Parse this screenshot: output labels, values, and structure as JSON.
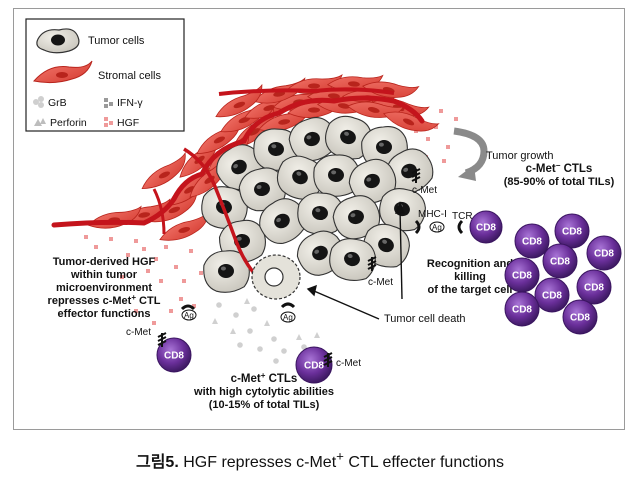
{
  "legend": {
    "tumor_cells": "Tumor cells",
    "stromal_cells": "Stromal cells",
    "grb": "GrB",
    "ifn": "IFN-γ",
    "perforin": "Perforin",
    "hgf": "HGF"
  },
  "labels": {
    "tumor_growth": "Tumor growth",
    "cmet_top": "c-Met",
    "mhc": "MHC-I",
    "tcr": "TCR",
    "ag": "Ag",
    "recognition_1": "Recognition and",
    "recognition_2": "killing",
    "recognition_3": "of the target cell",
    "cmet_mid": "c-Met",
    "tumor_death": "Tumor cell death",
    "cmet_left": "c-Met",
    "cmet_bottom": "c-Met",
    "cd8": "CD8",
    "hgf_text_1": "Tumor-derived HGF",
    "hgf_text_2": "within tumor",
    "hgf_text_3": "microenvironment",
    "hgf_text_4": "represses c-Met",
    "hgf_text_4_sup": "+",
    "hgf_text_4b": " CTL",
    "hgf_text_5": "effector functions",
    "neg_title": "c-Met",
    "neg_title_sup": "−",
    "neg_title_b": " CTLs",
    "neg_sub": "(85-90% of total TILs)",
    "pos_title": "c-Met",
    "pos_title_sup": "+",
    "pos_title_b": " CTLs",
    "pos_sub_1": "with high cytolytic abilities",
    "pos_sub_2": "(10-15% of total TILs)"
  },
  "caption": {
    "lead": "그림5.",
    "text": " HGF represses c-Met",
    "sup": "+",
    "tail": " CTL effecter functions"
  },
  "colors": {
    "stromal": "#e8564a",
    "stromal_dark": "#b8241c",
    "border_red": "#c4141c",
    "tumor": "#d9d7cf",
    "nucleus": "#151515",
    "cd8": "#6a2f9a",
    "cd8_light": "#8e56c0",
    "hgf_dot": "#ef9a9a",
    "grb_dot": "#cfcfcf"
  }
}
